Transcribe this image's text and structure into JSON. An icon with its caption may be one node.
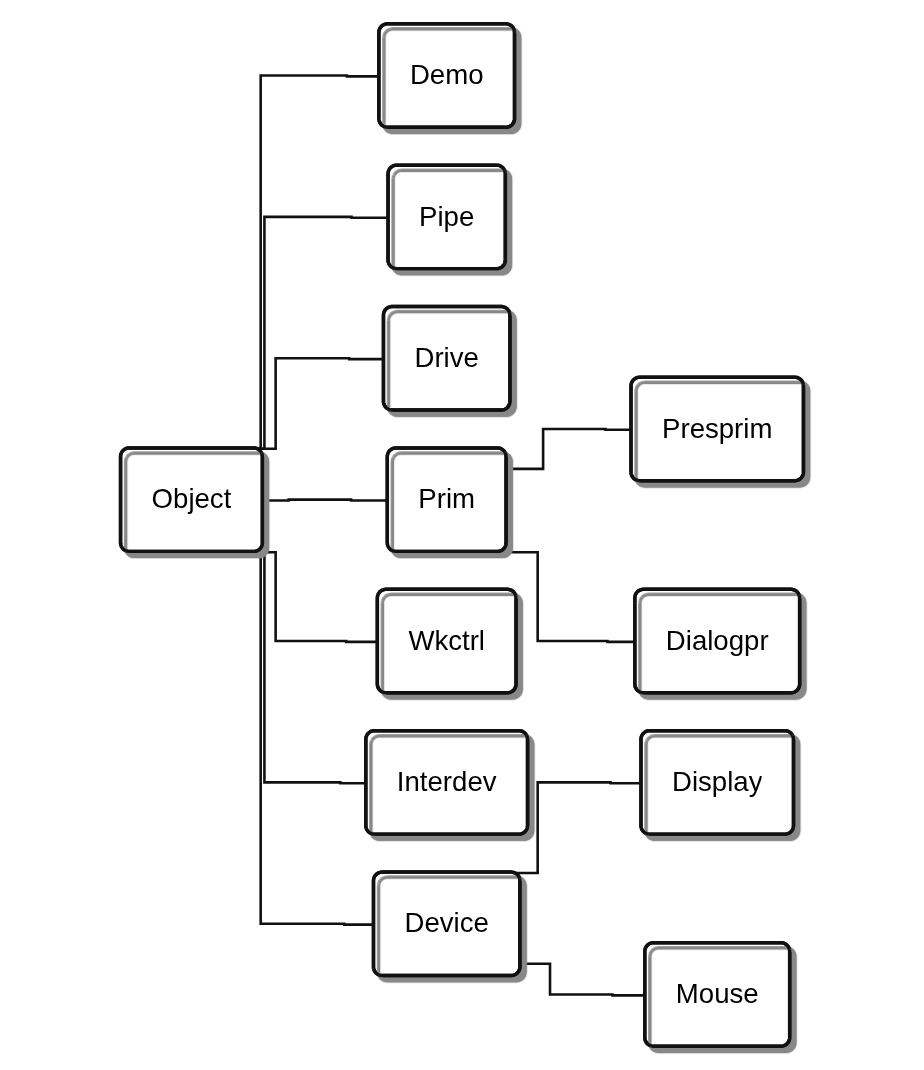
{
  "diagram": {
    "nodes": [
      {
        "text": [
          "Object"
        ]
      },
      {
        "text": [
          "Demo"
        ]
      },
      {
        "text": [
          "Pipe"
        ]
      },
      {
        "text": [
          "Drive"
        ]
      },
      {
        "text": [
          "Prim"
        ]
      },
      {
        "text": [
          "Presprim"
        ]
      },
      {
        "text": [
          "Dialogpr"
        ]
      },
      {
        "text": [
          "Wkctrl"
        ]
      },
      {
        "text": [
          "Interdev"
        ]
      },
      {
        "text": [
          "Device"
        ]
      },
      {
        "text": [
          "Display"
        ]
      },
      {
        "text": [
          "Mouse"
        ]
      }
    ],
    "edges": [
      {
        "from": 0,
        "to": 1,
        "arrow": "none"
      },
      {
        "from": 0,
        "to": 2,
        "arrow": "none"
      },
      {
        "from": 0,
        "to": 3,
        "arrow": "none"
      },
      {
        "from": 0,
        "to": 4,
        "arrow": "none"
      },
      {
        "from": 4,
        "to": 5,
        "arrow": "none"
      },
      {
        "from": 4,
        "to": 6,
        "arrow": "none"
      },
      {
        "from": 0,
        "to": 7,
        "arrow": "none"
      },
      {
        "from": 0,
        "to": 8,
        "arrow": "none"
      },
      {
        "from": 0,
        "to": 9,
        "arrow": "none"
      },
      {
        "from": 9,
        "to": 10,
        "arrow": "none"
      },
      {
        "from": 9,
        "to": 11,
        "arrow": "none"
      }
    ]
  }
}
